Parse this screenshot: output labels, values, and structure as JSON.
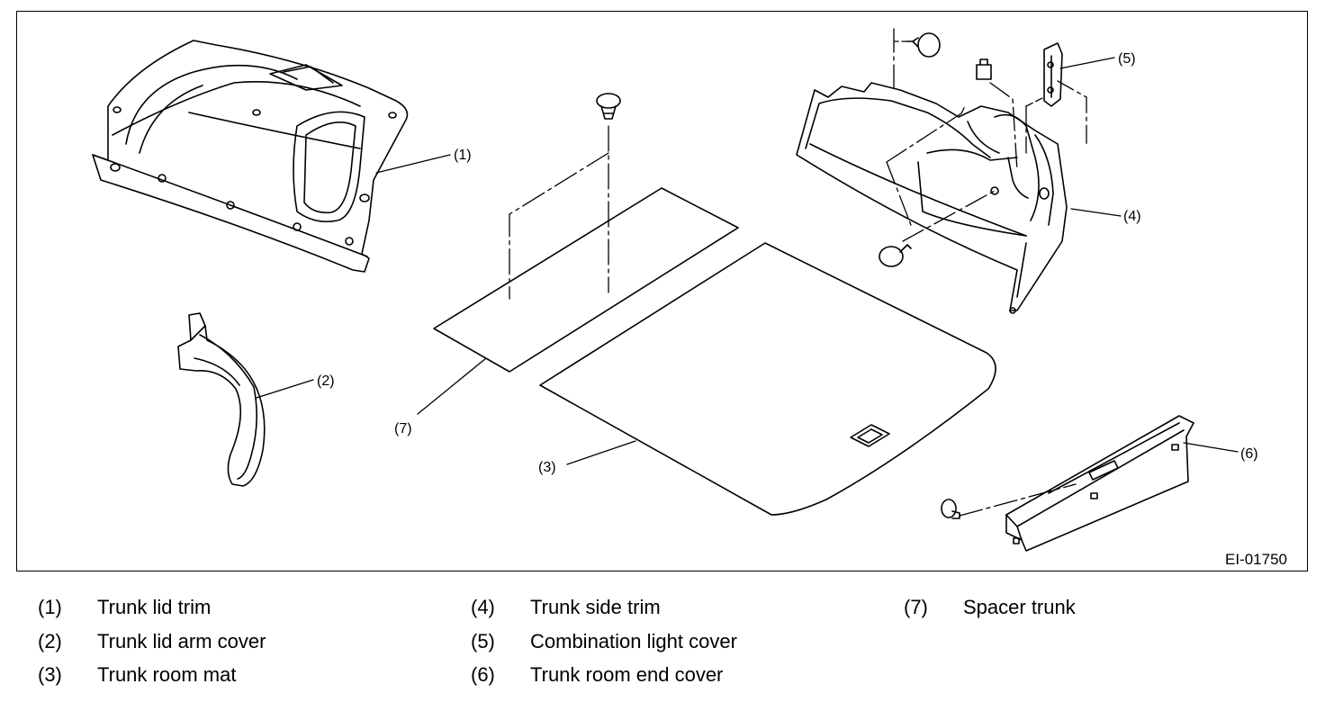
{
  "figure_id": "EI-01750",
  "callouts": [
    "(1)",
    "(2)",
    "(3)",
    "(4)",
    "(5)",
    "(6)",
    "(7)"
  ],
  "legend": [
    {
      "num": "(1)",
      "label": "Trunk lid trim"
    },
    {
      "num": "(2)",
      "label": "Trunk lid arm cover"
    },
    {
      "num": "(3)",
      "label": "Trunk room mat"
    },
    {
      "num": "(4)",
      "label": "Trunk side trim"
    },
    {
      "num": "(5)",
      "label": "Combination light cover"
    },
    {
      "num": "(6)",
      "label": "Trunk room end cover"
    },
    {
      "num": "(7)",
      "label": "Spacer trunk"
    }
  ]
}
